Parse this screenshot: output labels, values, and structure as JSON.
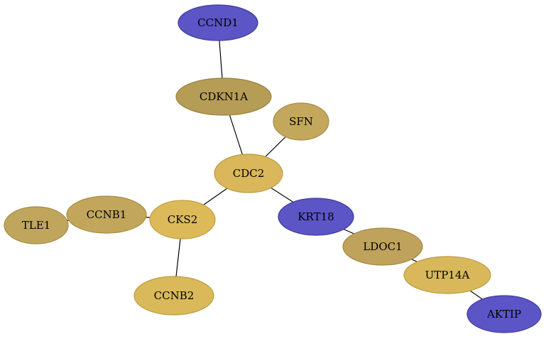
{
  "graph": {
    "nodes": [
      {
        "id": "CCND1",
        "label": "CCND1",
        "color": "#5b55c6",
        "stroke": "#3f3aa0"
      },
      {
        "id": "CDKN1A",
        "label": "CDKN1A",
        "color": "#b59d56",
        "stroke": "#9a833f"
      },
      {
        "id": "SFN",
        "label": "SFN",
        "color": "#c3a75c",
        "stroke": "#a88d44"
      },
      {
        "id": "CDC2",
        "label": "CDC2",
        "color": "#d9b75a",
        "stroke": "#bb9b40"
      },
      {
        "id": "KRT18",
        "label": "KRT18",
        "color": "#5b55c6",
        "stroke": "#3f3aa0"
      },
      {
        "id": "CKS2",
        "label": "CKS2",
        "color": "#dcba5a",
        "stroke": "#bf9d40"
      },
      {
        "id": "CCNB1",
        "label": "CCNB1",
        "color": "#c2a65c",
        "stroke": "#a78c44"
      },
      {
        "id": "TLE1",
        "label": "TLE1",
        "color": "#c0a55c",
        "stroke": "#a58b44"
      },
      {
        "id": "CCNB2",
        "label": "CCNB2",
        "color": "#dab95a",
        "stroke": "#bd9c40"
      },
      {
        "id": "LDOC1",
        "label": "LDOC1",
        "color": "#bfa25b",
        "stroke": "#a38843"
      },
      {
        "id": "UTP14A",
        "label": "UTP14A",
        "color": "#d8b85b",
        "stroke": "#bb9b41"
      },
      {
        "id": "AKTIP",
        "label": "AKTIP",
        "color": "#5b55c6",
        "stroke": "#3f3aa0"
      }
    ],
    "edges": [
      [
        "CCND1",
        "CDKN1A"
      ],
      [
        "CDKN1A",
        "CDC2"
      ],
      [
        "SFN",
        "CDC2"
      ],
      [
        "CDC2",
        "CKS2"
      ],
      [
        "CDC2",
        "KRT18"
      ],
      [
        "CKS2",
        "CCNB1"
      ],
      [
        "CCNB1",
        "TLE1"
      ],
      [
        "CKS2",
        "CCNB2"
      ],
      [
        "KRT18",
        "LDOC1"
      ],
      [
        "LDOC1",
        "UTP14A"
      ],
      [
        "UTP14A",
        "AKTIP"
      ]
    ]
  }
}
